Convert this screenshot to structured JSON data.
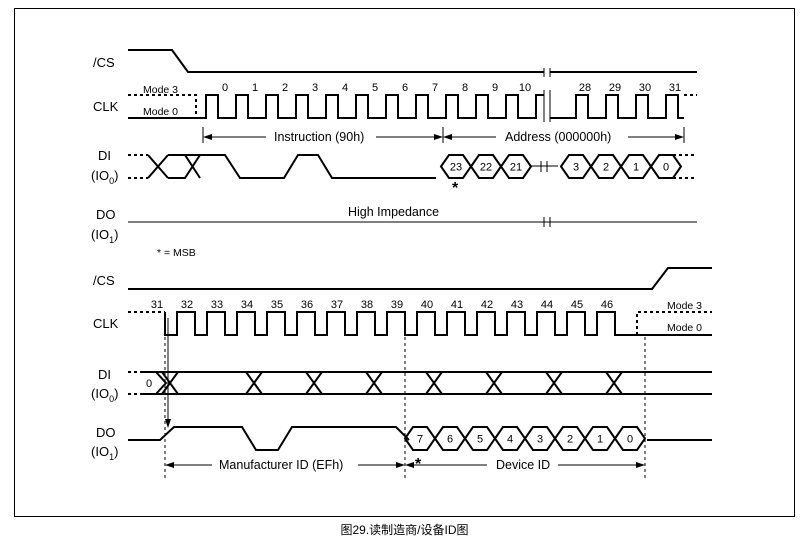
{
  "top": {
    "cs_label": "/CS",
    "clk_label": "CLK",
    "di_label": "DI",
    "di_sub_label": "(IO",
    "di_sub_index": "0",
    "do_label": "DO",
    "do_sub_label": "(IO",
    "do_sub_index": "1",
    "mode3": "Mode 3",
    "mode0": "Mode 0",
    "clock_numbers_a": [
      "0",
      "1",
      "2",
      "3",
      "4",
      "5",
      "6",
      "7",
      "8",
      "9",
      "10"
    ],
    "clock_numbers_b": [
      "28",
      "29",
      "30",
      "31"
    ],
    "instruction_label": "Instruction (90h)",
    "address_label": "Address (000000h)",
    "di_bits_a": [
      "23",
      "22",
      "21"
    ],
    "di_bits_b": [
      "3",
      "2",
      "1",
      "0"
    ],
    "high_impedance": "High Impedance",
    "msb_star": "*",
    "msb_note": "* = MSB"
  },
  "bottom": {
    "cs_label": "/CS",
    "clk_label": "CLK",
    "di_label": "DI",
    "di_sub_label": "(IO",
    "di_sub_index": "0",
    "do_label": "DO",
    "do_sub_label": "(IO",
    "do_sub_index": "1",
    "mode3": "Mode 3",
    "mode0": "Mode 0",
    "clock_numbers": [
      "31",
      "32",
      "33",
      "34",
      "35",
      "36",
      "37",
      "38",
      "39",
      "40",
      "41",
      "42",
      "43",
      "44",
      "45",
      "46"
    ],
    "di_first_bit": "0",
    "do_bits": [
      "7",
      "6",
      "5",
      "4",
      "3",
      "2",
      "1",
      "0"
    ],
    "manufacturer_label": "Manufacturer ID (EFh)",
    "device_label": "Device ID",
    "msb_star": "*"
  },
  "caption": "图29.读制造商/设备ID图"
}
